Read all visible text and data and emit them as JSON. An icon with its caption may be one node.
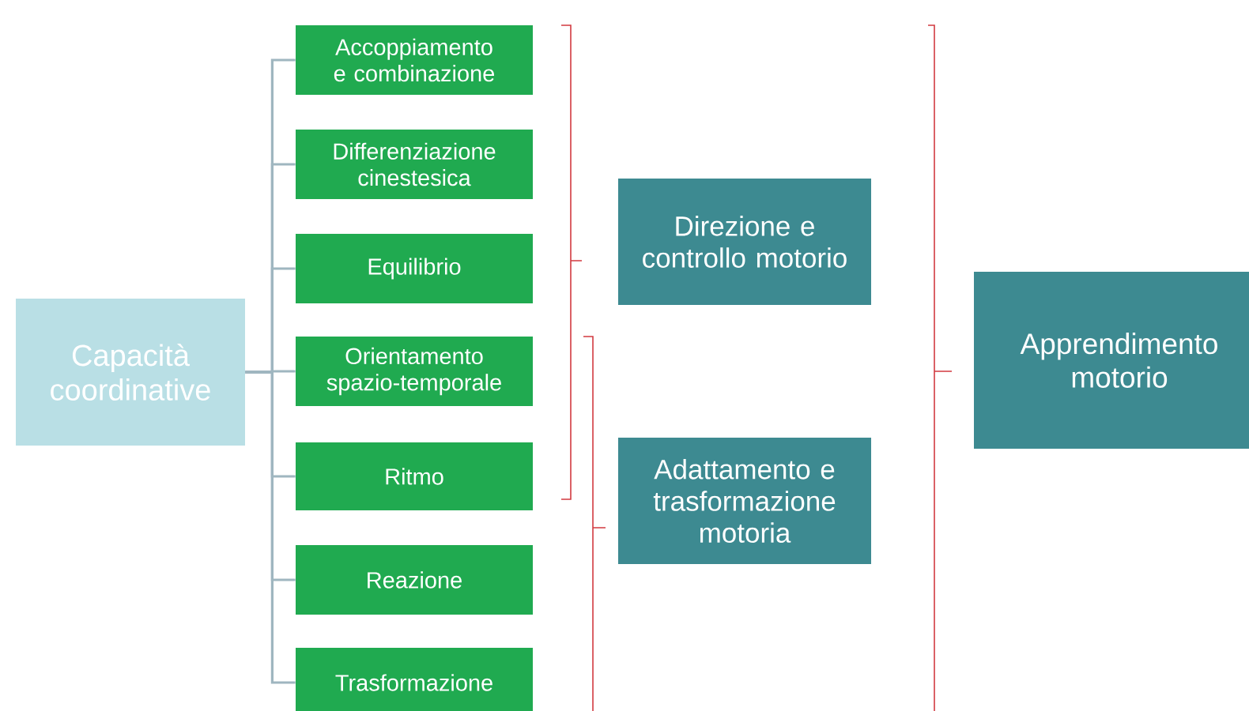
{
  "diagram": {
    "nodes": [
      {
        "text": [
          "Capacità coordinative"
        ]
      },
      {
        "text": [
          "Accoppiamento e combinazione"
        ]
      },
      {
        "text": [
          "Differenziazione cinestesica"
        ]
      },
      {
        "text": [
          "Equilibrio"
        ]
      },
      {
        "text": [
          "Orientamento spazio-temporale"
        ]
      },
      {
        "text": [
          "Ritmo"
        ]
      },
      {
        "text": [
          "Reazione"
        ]
      },
      {
        "text": [
          "Trasformazione"
        ]
      },
      {
        "text": [
          "Direzione e controllo motorio"
        ]
      },
      {
        "text": [
          "Adattamento e trasformazione motoria"
        ]
      },
      {
        "text": [
          "Apprendimento motorio"
        ]
      }
    ],
    "edges": [
      {
        "from": 0,
        "to": 1,
        "arrow": "none"
      },
      {
        "from": 0,
        "to": 2,
        "arrow": "none"
      },
      {
        "from": 0,
        "to": 3,
        "arrow": "none"
      },
      {
        "from": 0,
        "to": 4,
        "arrow": "none"
      },
      {
        "from": 0,
        "to": 5,
        "arrow": "none"
      },
      {
        "from": 0,
        "to": 6,
        "arrow": "none"
      },
      {
        "from": 0,
        "to": 7,
        "arrow": "none"
      }
    ]
  }
}
